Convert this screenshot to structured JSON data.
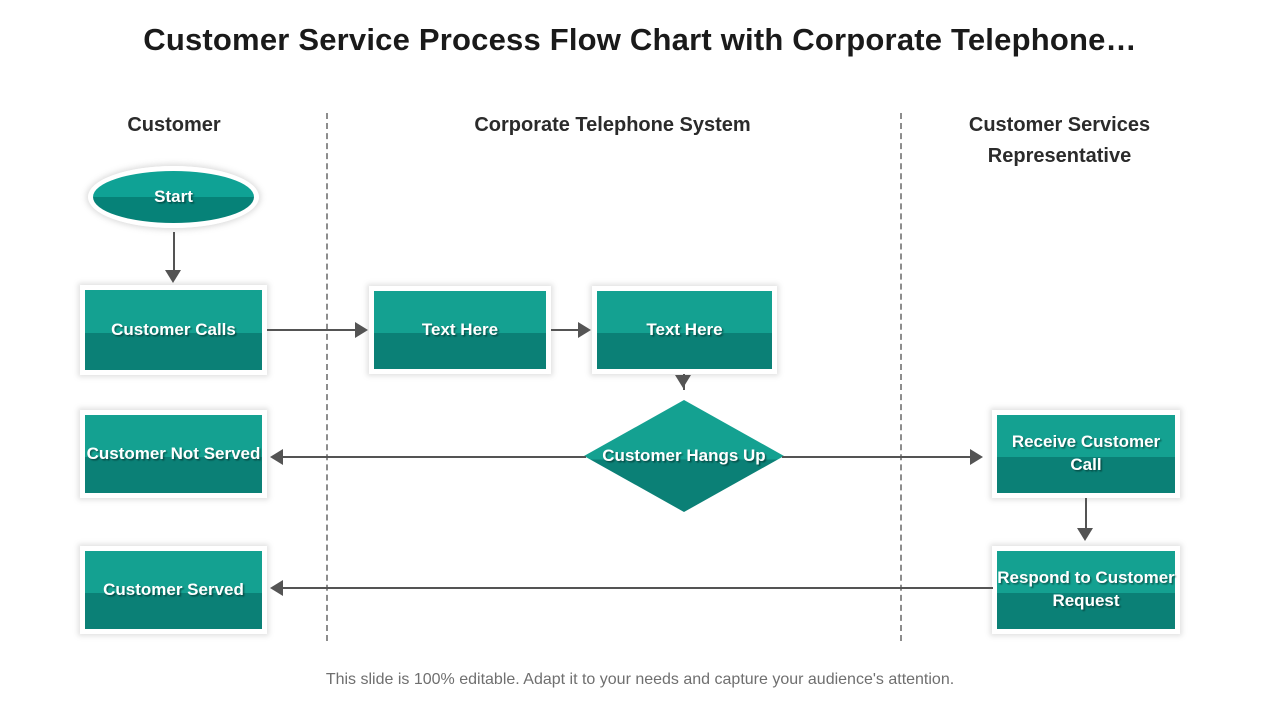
{
  "slide": {
    "title": "Customer Service Process Flow Chart with Corporate Telephone…",
    "footer_note": "This slide is 100% editable. Adapt it to your needs and capture your audience's attention."
  },
  "colors": {
    "accent_light_teal": "#14A191",
    "accent_dark_teal": "#0B8076",
    "node_border": "#FFFFFF",
    "connector": "#545454",
    "divider": "#8D8D8D",
    "title_text": "#1A1A1A",
    "header_text": "#2B2B2B",
    "footer_text": "#6F6F6F",
    "background": "#FFFFFF"
  },
  "lanes": [
    {
      "label": "Customer"
    },
    {
      "label": "Corporate Telephone System"
    },
    {
      "label": "Customer Services Representative"
    }
  ],
  "nodes": [
    {
      "id": "start",
      "shape": "ellipse",
      "lane": 0,
      "label": "Start"
    },
    {
      "id": "customer-calls",
      "shape": "box",
      "lane": 0,
      "label": "Customer Calls"
    },
    {
      "id": "customer-not-served",
      "shape": "box",
      "lane": 0,
      "label": "Customer Not Served"
    },
    {
      "id": "customer-served",
      "shape": "box",
      "lane": 0,
      "label": "Customer Served"
    },
    {
      "id": "text-here-1",
      "shape": "box",
      "lane": 1,
      "label": "Text Here"
    },
    {
      "id": "text-here-2",
      "shape": "box",
      "lane": 1,
      "label": "Text Here"
    },
    {
      "id": "customer-hangs-up",
      "shape": "diamond",
      "lane": 1,
      "label": "Customer Hangs Up"
    },
    {
      "id": "receive-customer-call",
      "shape": "box",
      "lane": 2,
      "label": "Receive Customer Call"
    },
    {
      "id": "respond-to-request",
      "shape": "box",
      "lane": 2,
      "label": "Respond to Customer Request"
    }
  ],
  "connectors": [
    {
      "from": "start",
      "to": "customer-calls",
      "direction": "down"
    },
    {
      "from": "customer-calls",
      "to": "text-here-1",
      "direction": "right"
    },
    {
      "from": "text-here-1",
      "to": "text-here-2",
      "direction": "right"
    },
    {
      "from": "text-here-2",
      "to": "customer-hangs-up",
      "direction": "down"
    },
    {
      "from": "customer-hangs-up",
      "to": "customer-not-served",
      "direction": "left"
    },
    {
      "from": "customer-hangs-up",
      "to": "receive-customer-call",
      "direction": "right"
    },
    {
      "from": "receive-customer-call",
      "to": "respond-to-request",
      "direction": "down"
    },
    {
      "from": "respond-to-request",
      "to": "customer-served",
      "direction": "left"
    }
  ]
}
